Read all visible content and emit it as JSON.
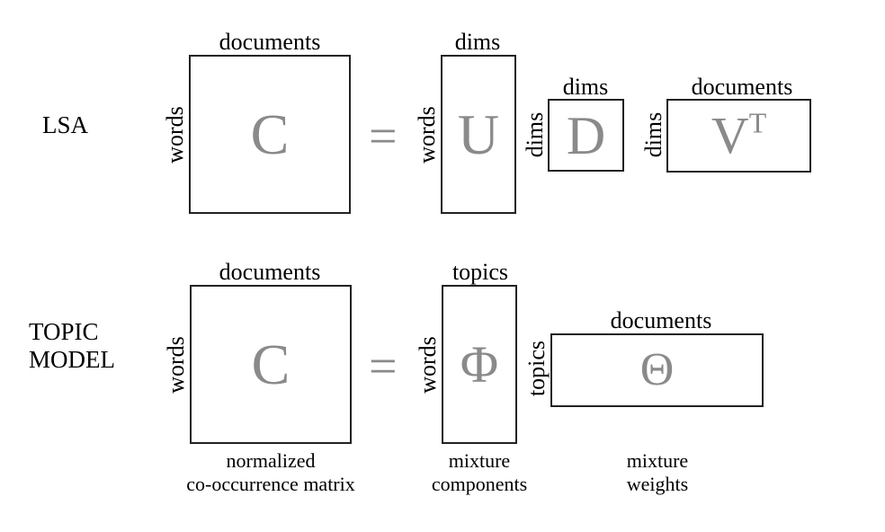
{
  "lsa": {
    "row_label": "LSA",
    "c": {
      "symbol": "C",
      "top": "documents",
      "side": "words"
    },
    "equals": "=",
    "u": {
      "symbol": "U",
      "top": "dims",
      "side": "words"
    },
    "d": {
      "symbol": "D",
      "top": "dims",
      "side": "dims"
    },
    "vt": {
      "symbol": "V",
      "sup": "T",
      "top": "documents",
      "side": "dims"
    }
  },
  "topic": {
    "row_label_line1": "TOPIC",
    "row_label_line2": "MODEL",
    "c": {
      "symbol": "C",
      "top": "documents",
      "side": "words",
      "caption_line1": "normalized",
      "caption_line2": "co-occurrence matrix"
    },
    "equals": "=",
    "phi": {
      "symbol": "Φ",
      "top": "topics",
      "side": "words",
      "caption_line1": "mixture",
      "caption_line2": "components"
    },
    "theta": {
      "symbol": "Θ",
      "top": "documents",
      "side": "topics",
      "caption_line1": "mixture",
      "caption_line2": "weights"
    }
  }
}
